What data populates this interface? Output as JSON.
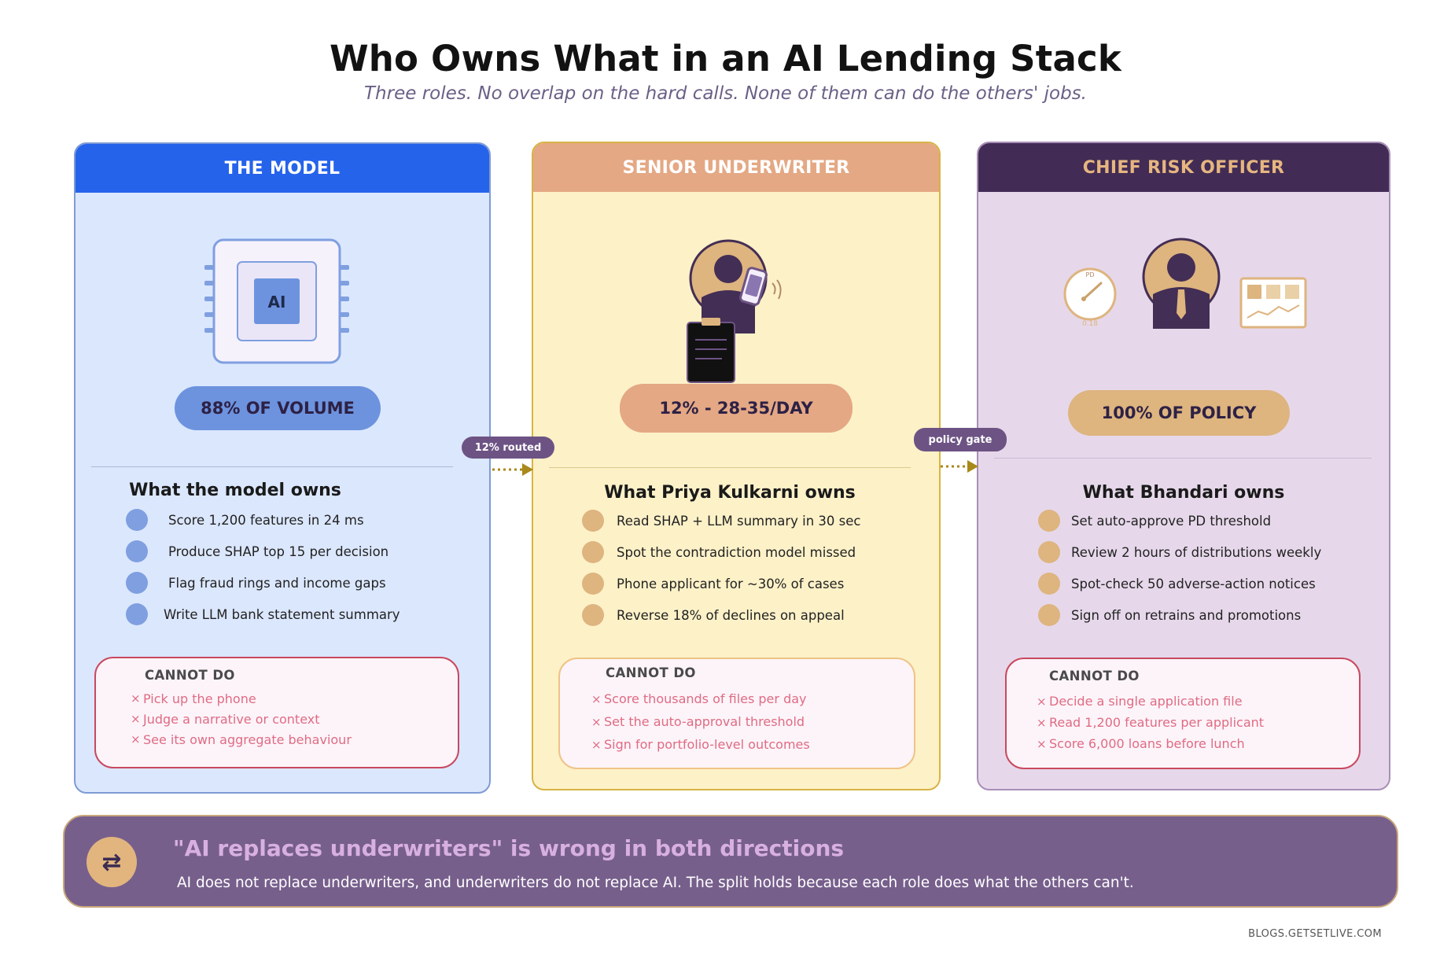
{
  "title": "Who Owns What in an AI Lending Stack",
  "subtitle": "Three roles. No overlap on the hard calls. None of them can do the others' jobs.",
  "colors": {
    "model_header": "#2563eb",
    "model_bg": "#dbe7fd",
    "underwriter_header": "#e4a884",
    "underwriter_bg": "#fdf1c8",
    "cro_header": "#422c55",
    "cro_bg": "#e6d8ea",
    "cannot_text": "#e06b84",
    "banner_bg": "#775f8c"
  },
  "cards": {
    "model": {
      "header": "THE MODEL",
      "icon_name": "ai-chip-icon",
      "icon_text": "AI",
      "pill": "88% OF VOLUME",
      "section_title": "What the model owns",
      "items": [
        "Score 1,200 features in 24 ms",
        "Produce SHAP top 15 per decision",
        "Flag fraud rings and income gaps",
        "Write LLM bank statement summary"
      ],
      "cannot_title": "CANNOT DO",
      "cannot": [
        "Pick up the phone",
        "Judge a narrative or context",
        "See its own aggregate behaviour"
      ]
    },
    "underwriter": {
      "header": "SENIOR UNDERWRITER",
      "icon_name": "underwriter-person-icon",
      "pill": "12% - 28-35/DAY",
      "section_title": "What Priya Kulkarni owns",
      "items": [
        "Read SHAP + LLM summary in 30 sec",
        "Spot the contradiction model missed",
        "Phone applicant for ~30% of cases",
        "Reverse 18% of declines on appeal"
      ],
      "cannot_title": "CANNOT DO",
      "cannot": [
        "Score thousands of files per day",
        "Set the auto-approval threshold",
        "Sign for portfolio-level outcomes"
      ]
    },
    "cro": {
      "header": "CHIEF RISK OFFICER",
      "icon_name": "executive-person-icon",
      "gauge_top": "PD",
      "gauge_value": "0.18",
      "pill": "100% OF POLICY",
      "section_title": "What Bhandari owns",
      "items": [
        "Set auto-approve PD threshold",
        "Review 2 hours of distributions weekly",
        "Spot-check 50 adverse-action notices",
        "Sign off on retrains and promotions"
      ],
      "cannot_title": "CANNOT DO",
      "cannot": [
        "Decide a single application file",
        "Read 1,200 features per applicant",
        "Score 6,000 loans before lunch"
      ]
    }
  },
  "flows": {
    "routed": "12% routed",
    "policy_gate": "policy gate"
  },
  "banner": {
    "icon_name": "swap-arrows-icon",
    "icon_glyph": "⇄",
    "title": "\"AI replaces underwriters\" is wrong in both directions",
    "text": "AI does not replace underwriters, and underwriters do not replace AI. The split holds because each role does what the others can't."
  },
  "footer": "BLOGS.GETSETLIVE.COM"
}
